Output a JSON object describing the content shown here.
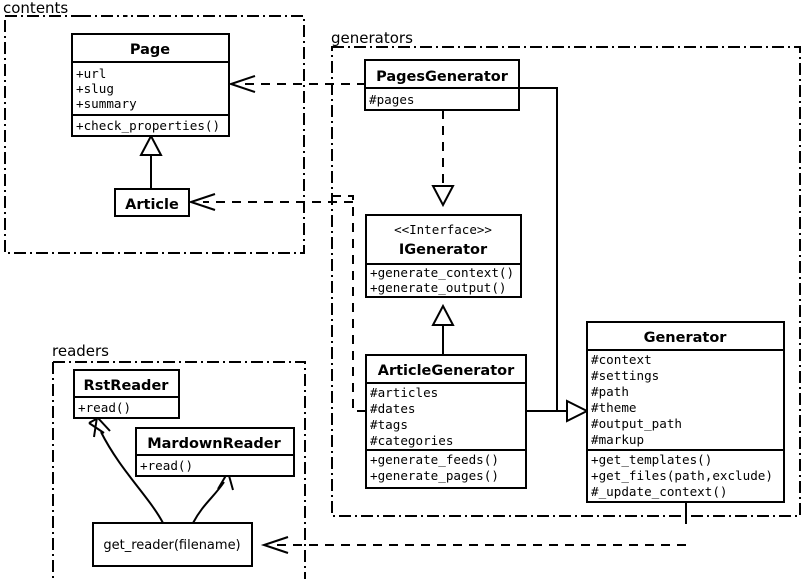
{
  "diagram": {
    "title": "UML class diagram",
    "background": "#ffffff",
    "stroke_color": "#000000"
  },
  "packages": [
    {
      "id": "contents",
      "label": "contents"
    },
    {
      "id": "generators",
      "label": "generators"
    },
    {
      "id": "readers",
      "label": "readers"
    }
  ],
  "classes": {
    "page": {
      "name": "Page",
      "attributes": [
        "+url",
        "+slug",
        "+summary"
      ],
      "methods": [
        "+check_properties()"
      ]
    },
    "article": {
      "name": "Article",
      "attributes": [],
      "methods": []
    },
    "pages_generator": {
      "name": "PagesGenerator",
      "attributes": [
        "#pages"
      ],
      "methods": []
    },
    "igenerator": {
      "stereotype": "<<Interface>>",
      "name": "IGenerator",
      "attributes": [],
      "methods": [
        "+generate_context()",
        "+generate_output()"
      ]
    },
    "article_generator": {
      "name": "ArticleGenerator",
      "attributes": [
        "#articles",
        "#dates",
        "#tags",
        "#categories"
      ],
      "methods": [
        "+generate_feeds()",
        "+generate_pages()"
      ]
    },
    "generator": {
      "name": "Generator",
      "attributes": [
        "#context",
        "#settings",
        "#path",
        "#theme",
        "#output_path",
        "#markup"
      ],
      "methods": [
        "+get_templates()",
        "+get_files(path,exclude)",
        "#_update_context()"
      ]
    },
    "rst_reader": {
      "name": "RstReader",
      "attributes": [],
      "methods": [
        "+read()"
      ]
    },
    "mardown_reader": {
      "name": "MardownReader",
      "attributes": [],
      "methods": [
        "+read()"
      ]
    },
    "get_reader": {
      "name": "get_reader(filename)"
    }
  },
  "relations": [
    {
      "id": "page-article-generalization",
      "from": "Article",
      "to": "Page",
      "type": "generalization"
    },
    {
      "id": "pagesgenerator-page-dependency",
      "from": "PagesGenerator",
      "to": "Page",
      "type": "dependency"
    },
    {
      "id": "articlegenerator-article-dependency",
      "from": "ArticleGenerator",
      "to": "Article",
      "type": "dependency"
    },
    {
      "id": "pagesgenerator-igenerator-realization",
      "from": "PagesGenerator",
      "to": "IGenerator",
      "type": "realization"
    },
    {
      "id": "articlegenerator-igenerator-generalization",
      "from": "ArticleGenerator",
      "to": "IGenerator",
      "type": "generalization"
    },
    {
      "id": "pagesgenerator-generator-generalization",
      "from": "PagesGenerator",
      "to": "Generator",
      "type": "generalization"
    },
    {
      "id": "articlegenerator-generator-generalization",
      "from": "ArticleGenerator",
      "to": "Generator",
      "type": "generalization"
    },
    {
      "id": "getreader-rstreader-association",
      "from": "get_reader(filename)",
      "to": "RstReader",
      "type": "association"
    },
    {
      "id": "getreader-mardownreader-association",
      "from": "get_reader(filename)",
      "to": "MardownReader",
      "type": "association"
    },
    {
      "id": "generator-getreader-dependency",
      "from": "Generator",
      "to": "get_reader(filename)",
      "type": "dependency"
    }
  ]
}
